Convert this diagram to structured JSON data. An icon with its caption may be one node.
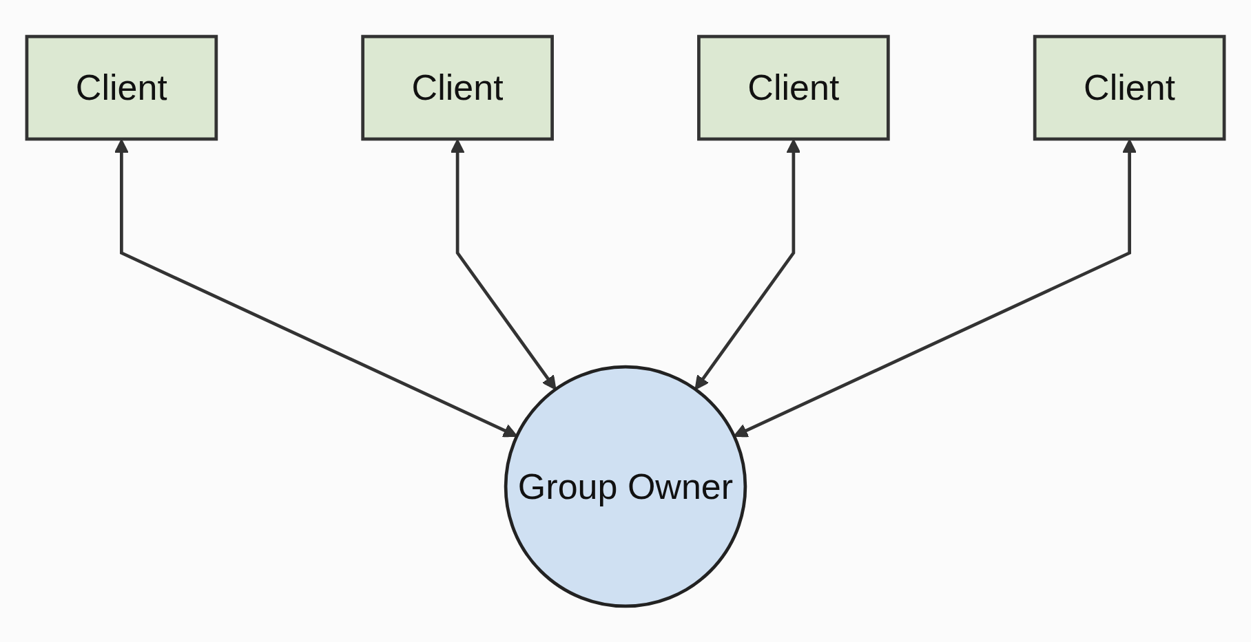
{
  "diagram": {
    "nodes": [
      {
        "text": [
          "Client"
        ]
      },
      {
        "text": [
          "Client"
        ]
      },
      {
        "text": [
          "Client"
        ]
      },
      {
        "text": [
          "Client"
        ]
      },
      {
        "text": [
          "Group Owner"
        ]
      }
    ],
    "edges": [
      {
        "from": 0,
        "to": 4,
        "arrow": "both"
      },
      {
        "from": 1,
        "to": 4,
        "arrow": "both"
      },
      {
        "from": 2,
        "to": 4,
        "arrow": "both"
      },
      {
        "from": 3,
        "to": 4,
        "arrow": "both"
      }
    ]
  }
}
